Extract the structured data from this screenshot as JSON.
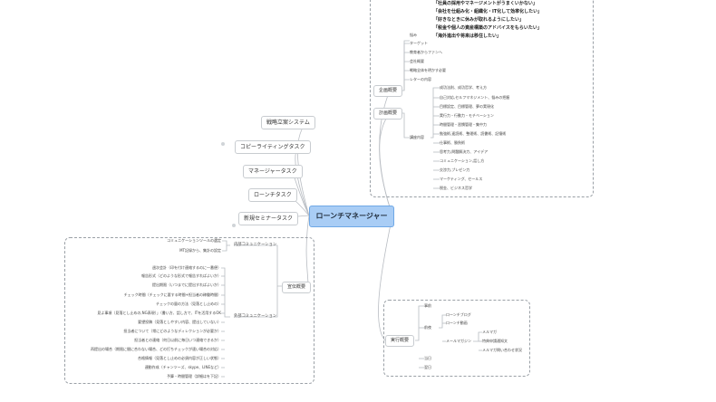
{
  "root": "ローンチマネージャー",
  "left_branches": [
    "戦略立案システム",
    "コピーライティングタスク",
    "マネージャータスク",
    "ローンチタスク",
    "新規セミナータスク"
  ],
  "top_group": {
    "quotes": [
      "「社員の採用やマネージメントがうまくいかない」",
      "「会社を仕組み化・組織化・IT化して効率化したい」",
      "「好きなときに休みが取れるようにしたい」",
      "「税金や個人の資産構築のアドバイスをもらいたい」",
      "「海外進出や将来は移住したい」"
    ],
    "label_kikaku": "企画概要",
    "label_keikaku": "計画概要",
    "kikaku_items": [
      "悩み",
      "ターゲット",
      "教育者からファンへ",
      "会社概要",
      "戦略全体を明かす必要",
      "レターの内容"
    ],
    "kyoiku_label": "講座内容",
    "kyoiku_items": [
      "成功法則、成功哲学、考え方",
      "自己対応,セルフマネジメント、悩みの把握",
      "目標設定、目標管理、夢の実現化",
      "実行力・行動力・モチベーション",
      "時間管理・習慣管理・集中力",
      "勉強術,速読術、整理術、読書術、記憶術",
      "仕事術、勝負術",
      "思考力,問題解決力、アイデア",
      "コミュニケーション,話し方",
      "交渉力,プレゼン力",
      "マーケティング、セールス",
      "税金、ビジネス哲学"
    ]
  },
  "right_bottom_group": {
    "main": "実行概要",
    "items": [
      "事前",
      "前夜",
      "当日",
      "翌日"
    ],
    "zenya_children": [
      "ローンチブログ",
      "ローンチ動画",
      "メールマガジン"
    ],
    "mail_children": [
      "メルマガ",
      "特典申請通知文",
      "メルマガ問い合わせ状況"
    ]
  },
  "left_bottom_group": {
    "main": "宣伝概要",
    "sub1": "内部コミュニケーション",
    "sub2": "外部コミュニケーション",
    "sub1_items": [
      "コミュニケーションツールの選定",
      "MT記録から、集計の設定"
    ],
    "sub2_items": [
      "週次会計（印を付け連絡するのに一番便）",
      "報告形式（どのような形式で報告すればよいか）",
      "提出期限（いつまでに提出すればよいか）",
      "チェック時間（チェックに要する時間+担当者の稼働時間）",
      "チェックの量の方法（見落とし止めの）",
      "見よ事項（見落とし止めの,NG表現）」（書い方、話し方で、ITを活用するOK",
      "要望投稿（見落としやすい内容、提出していない）",
      "担当者について（常にどのようなディレクションが必要か）",
      "担当者との連絡（何日以前に毎日いつ連絡できるか）",
      "再提出の場合（期限に間に合わない場合、どの打ちチェックが速い場合の対応）",
      "合格情報（見落とし止めの必須内容が正しい状態）",
      "連動作成（チャンツーズ、skype、LINEなど）",
      "予算・時間管理（詳細はを下記）"
    ]
  }
}
